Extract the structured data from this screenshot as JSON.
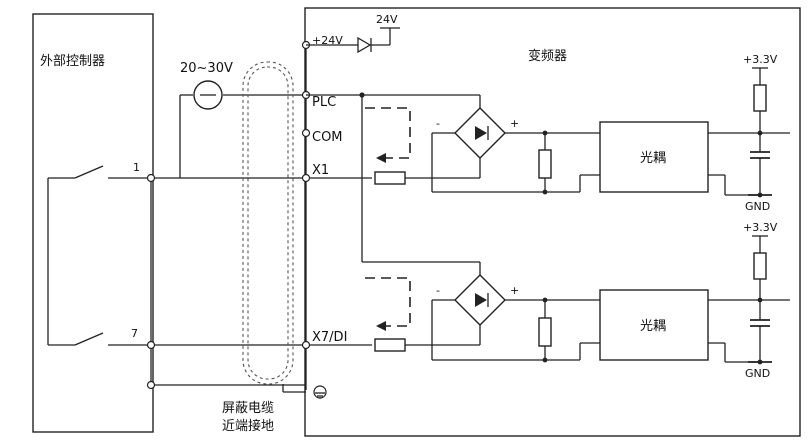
{
  "labels": {
    "external_controller": "外部控制器",
    "inverter": "变频器",
    "supply_range": "20~30V",
    "supply_24v": "24V",
    "term_24v": "+24V",
    "term_plc": "PLC",
    "term_com": "COM",
    "term_x1": "X1",
    "term_x7": "X7/DI",
    "switch_1": "1",
    "switch_7": "7",
    "optocoupler_top": "光耦",
    "optocoupler_bottom": "光耦",
    "vcc_top": "+3.3V",
    "vcc_bottom": "+3.3V",
    "gnd_top": "GND",
    "gnd_bottom": "GND",
    "shield_line1": "屏蔽电缆",
    "shield_line2": "近端接地",
    "bridge_minus_top": "-",
    "bridge_plus_top": "+",
    "bridge_minus_bottom": "-",
    "bridge_plus_bottom": "+"
  }
}
